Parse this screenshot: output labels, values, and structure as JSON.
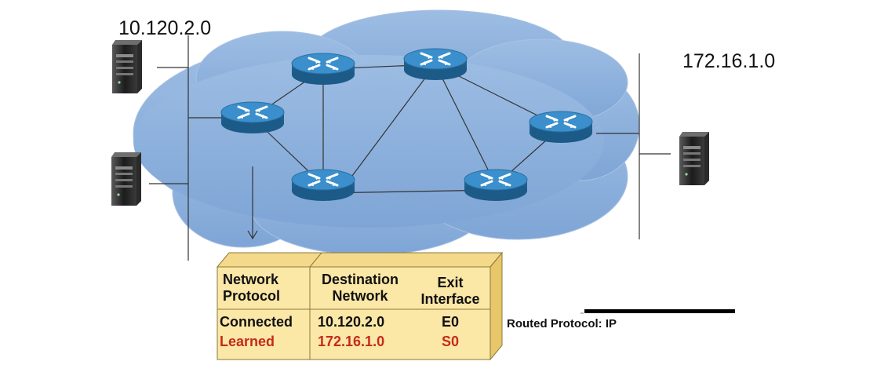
{
  "networks": {
    "left": "10.120.2.0",
    "right": "172.16.1.0"
  },
  "routing_table": {
    "headers": {
      "network_protocol": [
        "Network",
        "Protocol"
      ],
      "destination_network": [
        "Destination",
        "Network"
      ],
      "exit_interface": [
        "Exit",
        "Interface"
      ]
    },
    "rows": [
      {
        "protocol": "Connected",
        "destination": "10.120.2.0",
        "interface": "E0"
      },
      {
        "protocol": "Learned",
        "destination": "172.16.1.0",
        "interface": "S0"
      }
    ]
  },
  "routed_protocol_label": "Routed Protocol: IP",
  "colors": {
    "cloud": "#8fb1dc",
    "router": "#2f7fb8",
    "table_fill": "#fbe7a6",
    "learned_text": "#c42b1c"
  },
  "icons": [
    "server-icon",
    "router-icon",
    "arrow-down-icon"
  ]
}
